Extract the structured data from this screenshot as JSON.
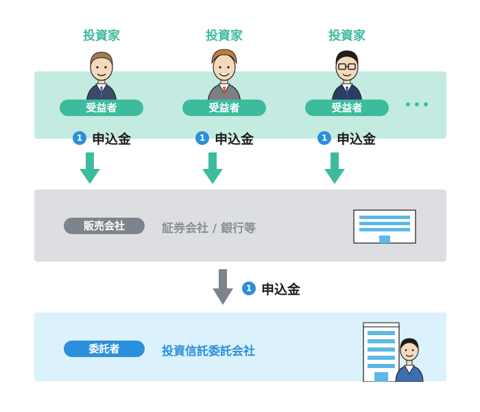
{
  "investors": [
    {
      "label": "投資家",
      "role": "受益者",
      "application": "申込金"
    },
    {
      "label": "投資家",
      "role": "受益者",
      "application": "申込金"
    },
    {
      "label": "投資家",
      "role": "受益者",
      "application": "申込金"
    }
  ],
  "step_number": "1",
  "distributor": {
    "badge": "販売会社",
    "text": "証券会社 / 銀行等"
  },
  "middle_flow": {
    "application": "申込金"
  },
  "trustor": {
    "badge": "委託者",
    "text": "投資信託委託会社"
  },
  "colors": {
    "green": "#3dbb9d",
    "gray": "#7e848b",
    "blue": "#2c8fdc"
  },
  "icons": [
    "investor-person-icon",
    "building-icon",
    "arrow-down-icon",
    "more-dots-icon"
  ]
}
